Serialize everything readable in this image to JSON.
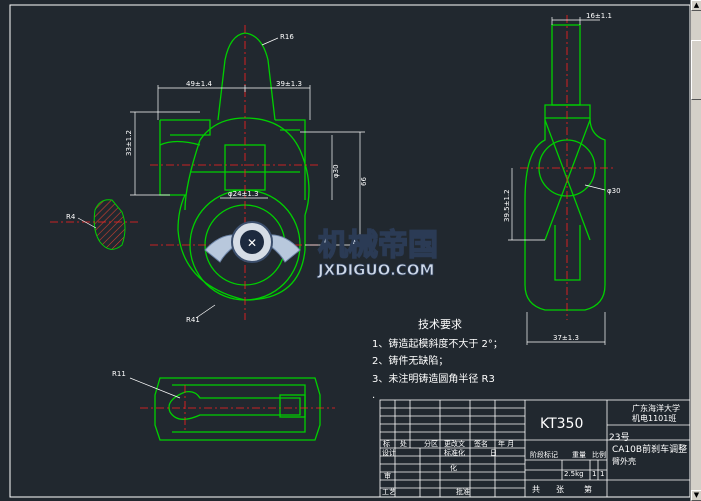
{
  "dimensions": {
    "r16": "R16",
    "d49": "49±1.4",
    "d39": "39±1.3",
    "d33": "33±1.2",
    "d24": "φ24±1.3",
    "d30_v": "φ30",
    "d66": "66",
    "r4": "R4",
    "r41": "R41",
    "r11": "R11",
    "d16": "16±1.1",
    "d30_side": "φ30",
    "d39_5": "39.5±1.2",
    "d37": "37±1.3"
  },
  "watermark": {
    "cn": "机械帝国",
    "en": "JXDIGUO.COM"
  },
  "tech_requirements": {
    "title": "技术要求",
    "items": [
      "1、铸造起模斜度不大于 2°；",
      "2、铸件无缺陷；",
      "3、未注明铸造圆角半径 R3"
    ],
    "bullet": "."
  },
  "title_block": {
    "material": "KT350",
    "school": "广东海洋大学",
    "class": "机电1101班",
    "drawing_no": "23号",
    "part_name": "CA10B前刹车调整",
    "part_name2": "臂外壳",
    "header_row": [
      "标",
      "处",
      "分区",
      "更改文",
      "签名",
      "年 月"
    ],
    "row_design": "设计",
    "row_std": "标准化",
    "row_date": "日",
    "row_review": "审",
    "row_check": "化",
    "row_process": "工艺",
    "row_approve": "批准",
    "stage_label": "阶段标记",
    "weight_label": "重量",
    "scale_label": "比例",
    "weight_value": "2.5kg",
    "scale_1": "1",
    "scale_2": "1",
    "sheets_total": "共",
    "sheets_label": "张",
    "sheet_no": "第"
  },
  "colors": {
    "background": "#21282f",
    "outline": "#00d000",
    "centerline": "#ff2020",
    "dimension": "#ffffff",
    "hatch": "#d04030"
  }
}
